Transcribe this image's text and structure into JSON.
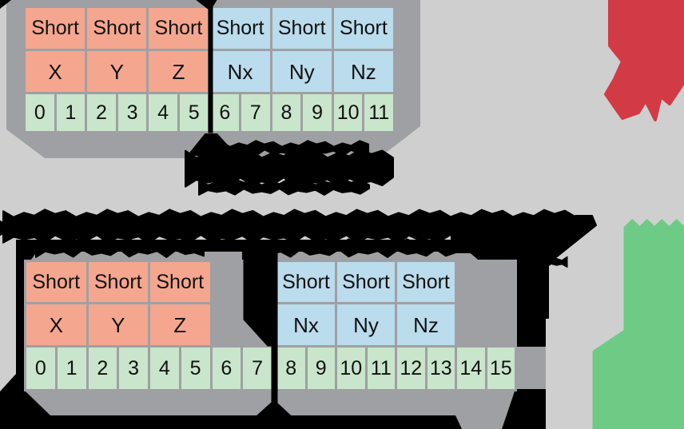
{
  "diagram": {
    "title": "vertex-attribute-byte-layout",
    "top_table": {
      "types": [
        "Short",
        "Short",
        "Short",
        "Short",
        "Short",
        "Short"
      ],
      "fields": [
        "X",
        "Y",
        "Z",
        "Nx",
        "Ny",
        "Nz"
      ],
      "groups": [
        "position",
        "position",
        "position",
        "normal",
        "normal",
        "normal"
      ],
      "bytes": [
        "0",
        "1",
        "2",
        "3",
        "4",
        "5",
        "6",
        "7",
        "8",
        "9",
        "10",
        "11"
      ]
    },
    "bottom_left_table": {
      "types": [
        "Short",
        "Short",
        "Short"
      ],
      "fields": [
        "X",
        "Y",
        "Z"
      ],
      "groups": [
        "position",
        "position",
        "position"
      ],
      "bytes": [
        "0",
        "1",
        "2",
        "3",
        "4",
        "5",
        "6",
        "7"
      ],
      "padded_bytes": [
        "6",
        "7"
      ]
    },
    "bottom_right_table": {
      "types": [
        "Short",
        "Short",
        "Short"
      ],
      "fields": [
        "Nx",
        "Ny",
        "Nz"
      ],
      "groups": [
        "normal",
        "normal",
        "normal"
      ],
      "bytes": [
        "8",
        "9",
        "10",
        "11",
        "12",
        "13",
        "14",
        "15"
      ],
      "padded_bytes": [
        "14",
        "15"
      ]
    },
    "marks": {
      "top_right": "red-distorted-mark",
      "bottom_right": "green-distorted-mark"
    },
    "illegible_regions": [
      "byte6-callout-label",
      "middle-paragraph-text",
      "left-table-caption",
      "right-table-caption"
    ],
    "colors": {
      "page_bg": "#cfcfd0",
      "panel_gray": "#9fa0a3",
      "position_fill": "#f5a68f",
      "normal_fill": "#badcec",
      "byte_fill": "#c9e5cb",
      "ink": "#000000",
      "red_mark": "#d23b45",
      "green_mark": "#6ecb86"
    }
  }
}
